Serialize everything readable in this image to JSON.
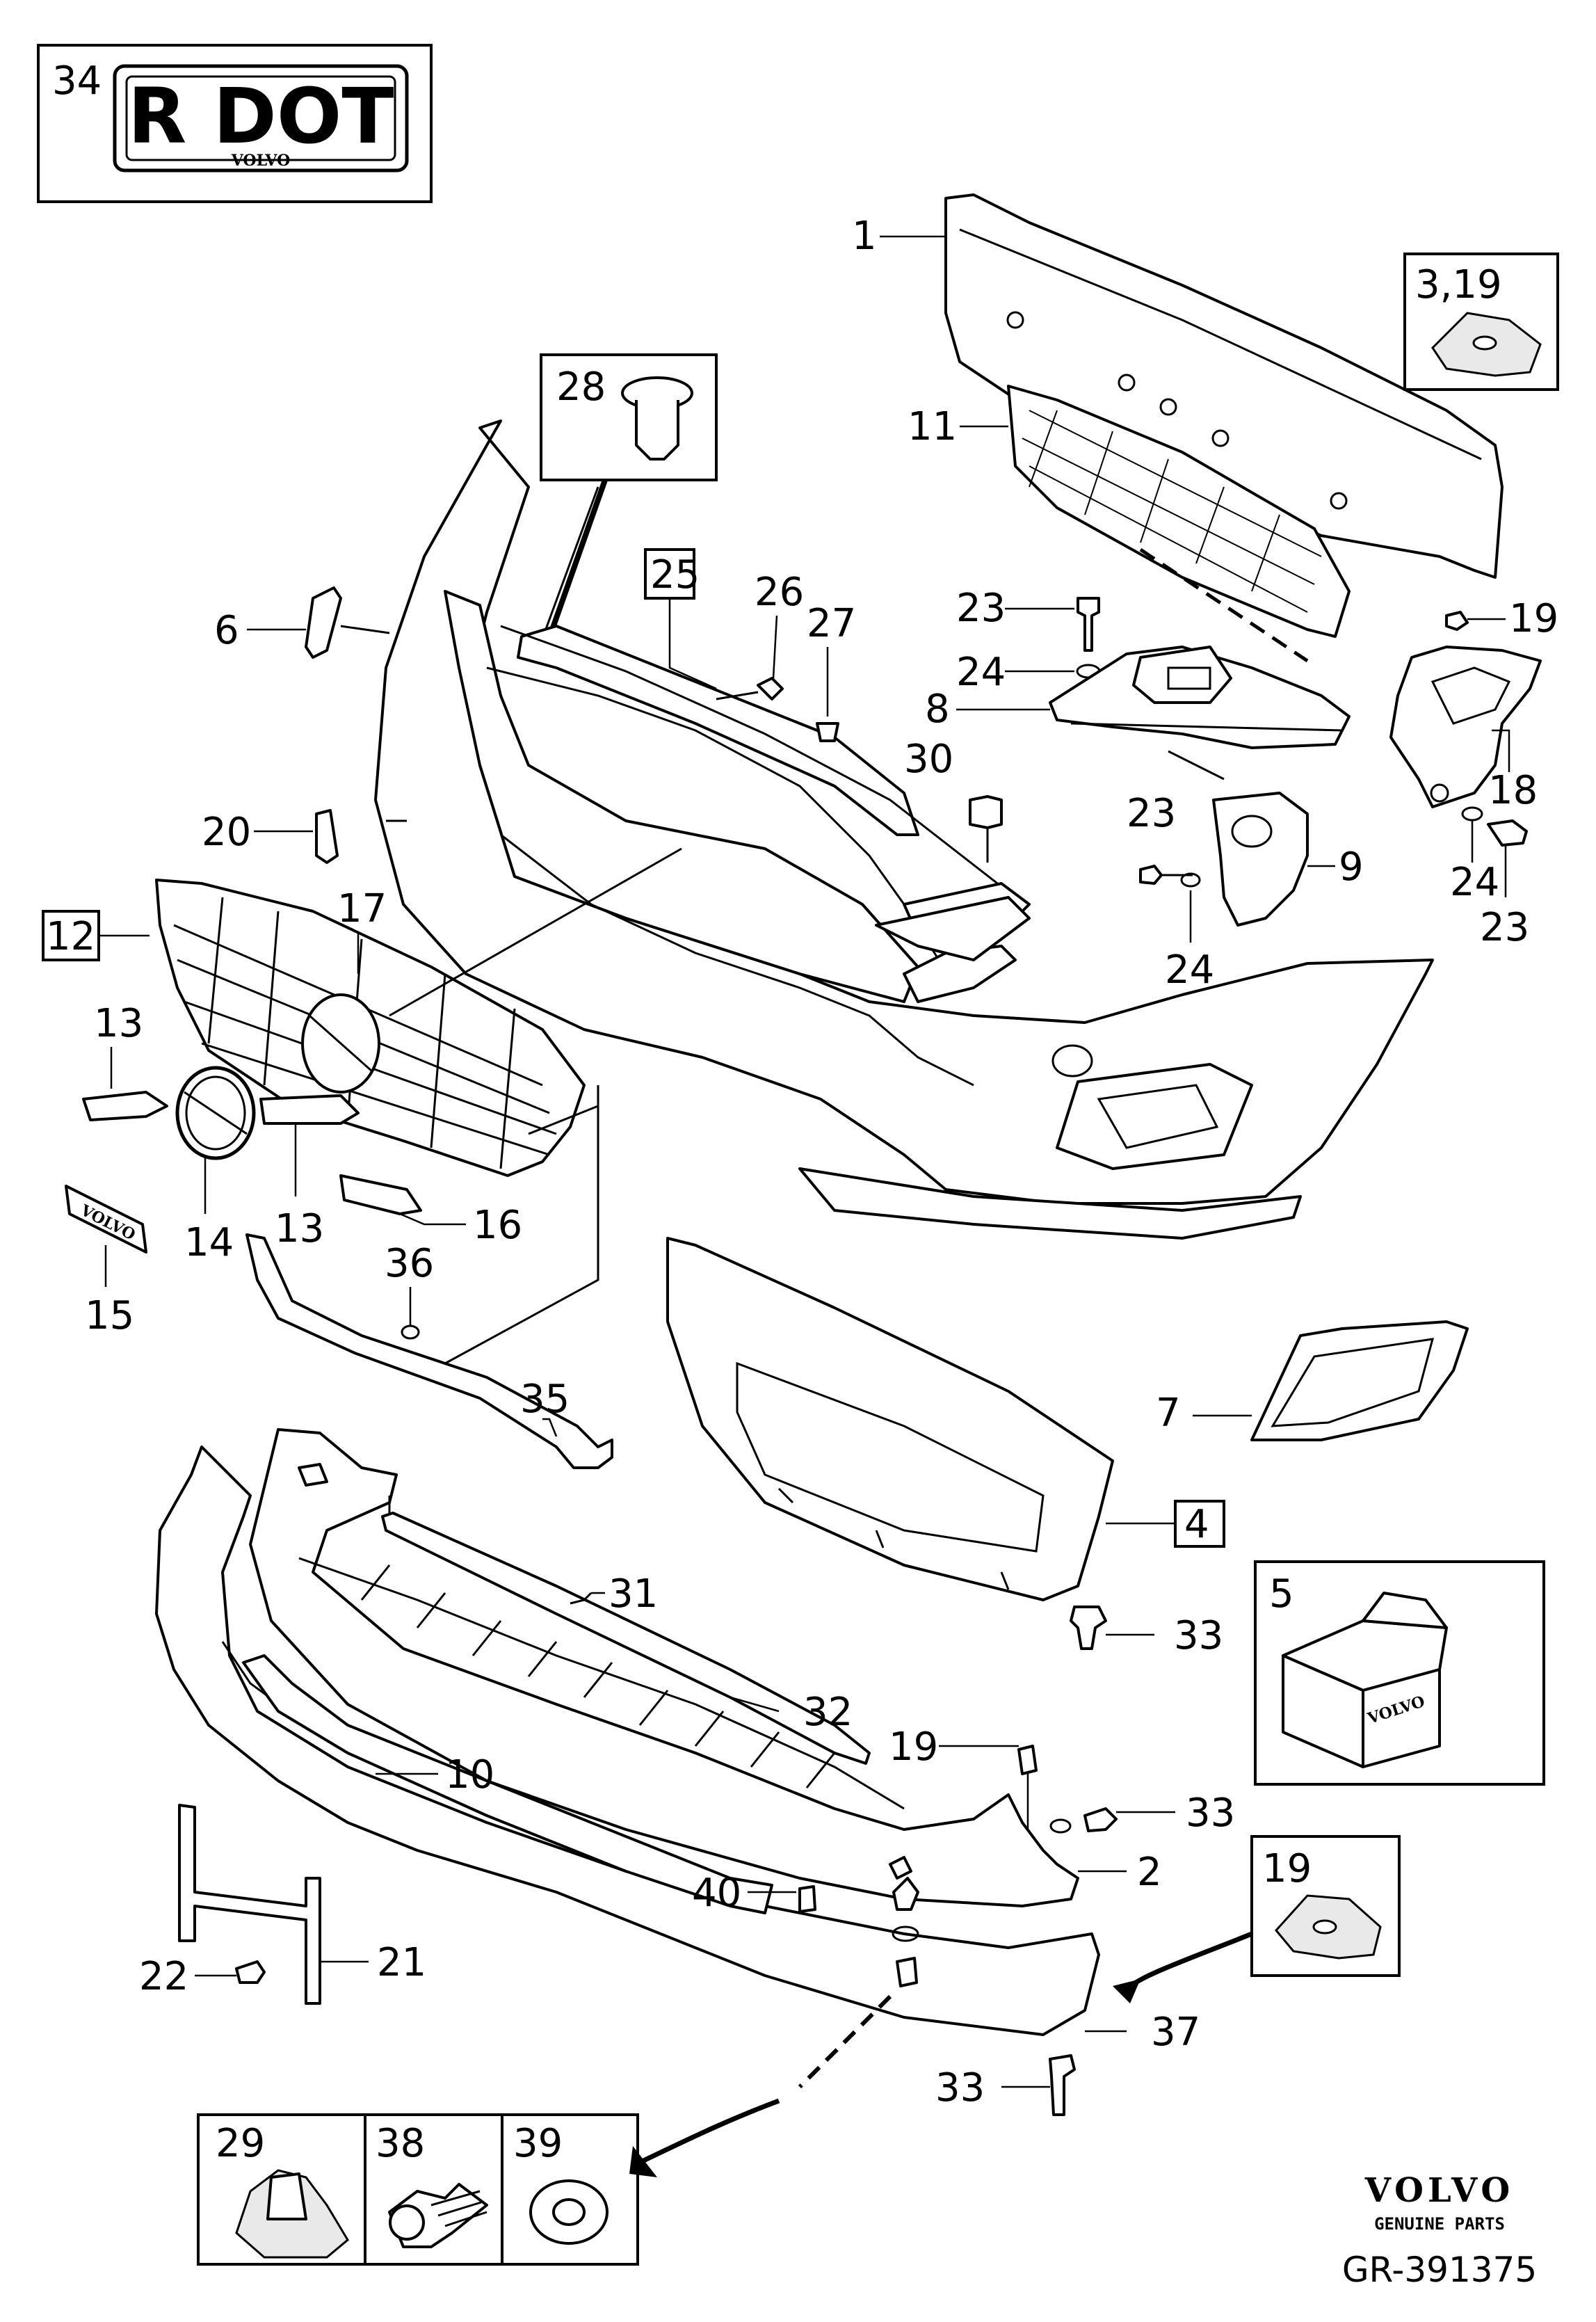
{
  "plate": {
    "number": "34",
    "text": "R DOT",
    "sub": "VOLVO"
  },
  "callouts": [
    "1",
    "3,19",
    "11",
    "28",
    "25",
    "26",
    "27",
    "6",
    "23",
    "24",
    "8",
    "19",
    "30",
    "23",
    "9",
    "24",
    "23",
    "18",
    "20",
    "12",
    "17",
    "13",
    "13",
    "14",
    "16",
    "15",
    "36",
    "35",
    "7",
    "4",
    "5",
    "31",
    "33",
    "32",
    "10",
    "19",
    "33",
    "2",
    "19",
    "40",
    "22",
    "21",
    "37",
    "33",
    "29",
    "38",
    "39"
  ],
  "box_label_5_brand": "VOLVO",
  "emblem_brand": "VOLVO",
  "footer": {
    "brand": "VOLVO",
    "subtitle": "GENUINE PARTS",
    "code": "GR-391375"
  }
}
